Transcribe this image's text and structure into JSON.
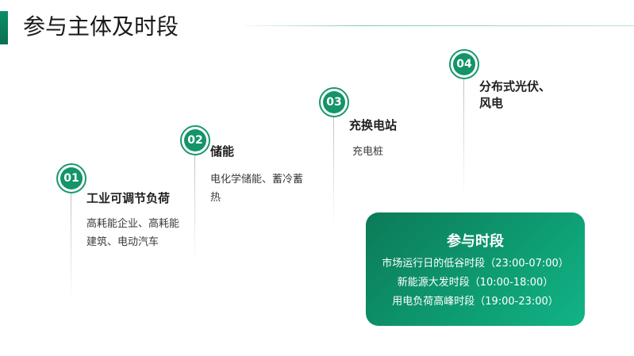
{
  "header": {
    "title": "参与主体及时段"
  },
  "steps": [
    {
      "number": "01",
      "title": "工业可调节负荷",
      "desc_lines": [
        "高耗能企业、高耗能",
        "建筑、电动汽车"
      ]
    },
    {
      "number": "02",
      "title": "储能",
      "desc_lines": [
        "电化学储能、蓄冷蓄",
        "热"
      ]
    },
    {
      "number": "03",
      "title": "充换电站",
      "desc_lines": [
        "充电桩"
      ]
    },
    {
      "number": "04",
      "title_lines": [
        "分布式光伏、",
        "风电"
      ]
    }
  ],
  "period_card": {
    "title": "参与时段",
    "lines": [
      "市场运行日的低谷时段（23:00-07:00）",
      "新能源大发时段（10:00-18:00）",
      "用电负荷高峰时段（19:00-23:00）"
    ]
  },
  "colors": {
    "accent": "#139469",
    "card_start": "#0b7a57",
    "card_end": "#11b486"
  }
}
